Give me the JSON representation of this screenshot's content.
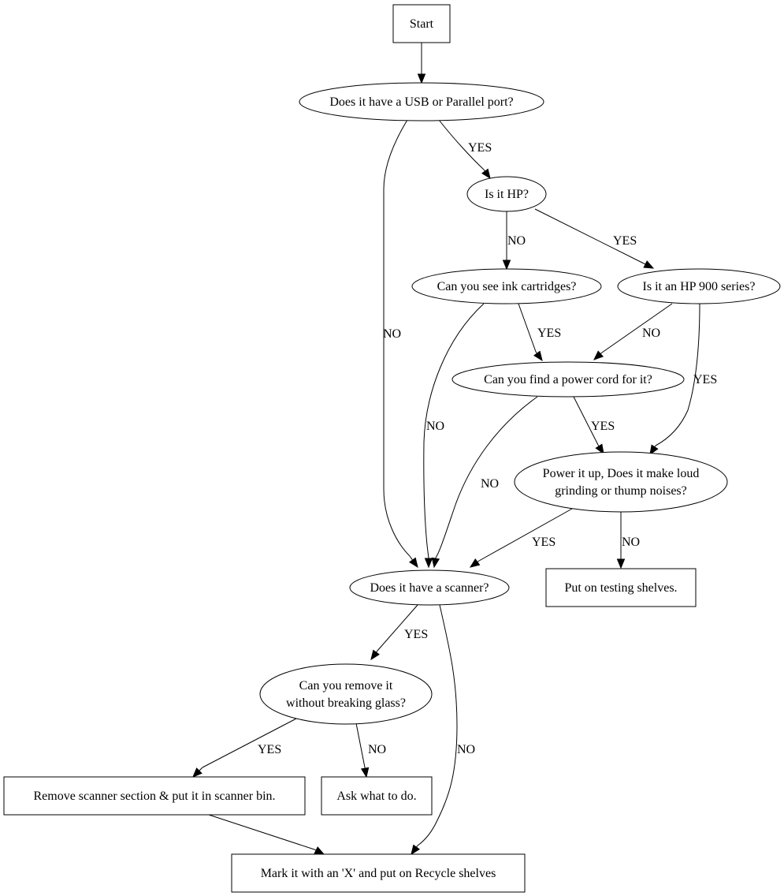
{
  "diagram": {
    "title": "",
    "nodes": {
      "start": {
        "shape": "box",
        "lines": [
          "Start"
        ]
      },
      "usb": {
        "shape": "ellipse",
        "lines": [
          "Does it have a USB or Parallel port?"
        ]
      },
      "hp": {
        "shape": "ellipse",
        "lines": [
          "Is it HP?"
        ]
      },
      "ink": {
        "shape": "ellipse",
        "lines": [
          "Can you see ink cartridges?"
        ]
      },
      "hp900": {
        "shape": "ellipse",
        "lines": [
          "Is it an HP 900 series?"
        ]
      },
      "cord": {
        "shape": "ellipse",
        "lines": [
          "Can you find a power cord for it?"
        ]
      },
      "power": {
        "shape": "ellipse",
        "lines": [
          "Power it up, Does it make loud",
          "grinding or thump noises?"
        ]
      },
      "scanner": {
        "shape": "ellipse",
        "lines": [
          "Does it have a scanner?"
        ]
      },
      "testing": {
        "shape": "box",
        "lines": [
          "Put on testing shelves."
        ]
      },
      "remove": {
        "shape": "ellipse",
        "lines": [
          "Can you remove it",
          "without breaking glass?"
        ]
      },
      "bin": {
        "shape": "box",
        "lines": [
          "Remove scanner section & put it in scanner bin."
        ]
      },
      "ask": {
        "shape": "box",
        "lines": [
          "Ask what to do."
        ]
      },
      "recycle": {
        "shape": "box",
        "lines": [
          "Mark it with an 'X' and put on Recycle shelves"
        ]
      }
    },
    "edges": [
      {
        "from": "start",
        "to": "usb",
        "label": ""
      },
      {
        "from": "usb",
        "to": "hp",
        "label": "YES"
      },
      {
        "from": "usb",
        "to": "scanner",
        "label": "NO"
      },
      {
        "from": "hp",
        "to": "ink",
        "label": "NO"
      },
      {
        "from": "hp",
        "to": "hp900",
        "label": "YES"
      },
      {
        "from": "ink",
        "to": "cord",
        "label": "YES"
      },
      {
        "from": "ink",
        "to": "scanner",
        "label": "NO"
      },
      {
        "from": "hp900",
        "to": "cord",
        "label": "NO"
      },
      {
        "from": "hp900",
        "to": "power",
        "label": "YES"
      },
      {
        "from": "cord",
        "to": "power",
        "label": "YES"
      },
      {
        "from": "cord",
        "to": "scanner",
        "label": "NO"
      },
      {
        "from": "power",
        "to": "scanner",
        "label": "YES"
      },
      {
        "from": "power",
        "to": "testing",
        "label": "NO"
      },
      {
        "from": "scanner",
        "to": "remove",
        "label": "YES"
      },
      {
        "from": "scanner",
        "to": "recycle",
        "label": "NO"
      },
      {
        "from": "remove",
        "to": "bin",
        "label": "YES"
      },
      {
        "from": "remove",
        "to": "ask",
        "label": "NO"
      },
      {
        "from": "bin",
        "to": "recycle",
        "label": ""
      }
    ]
  }
}
